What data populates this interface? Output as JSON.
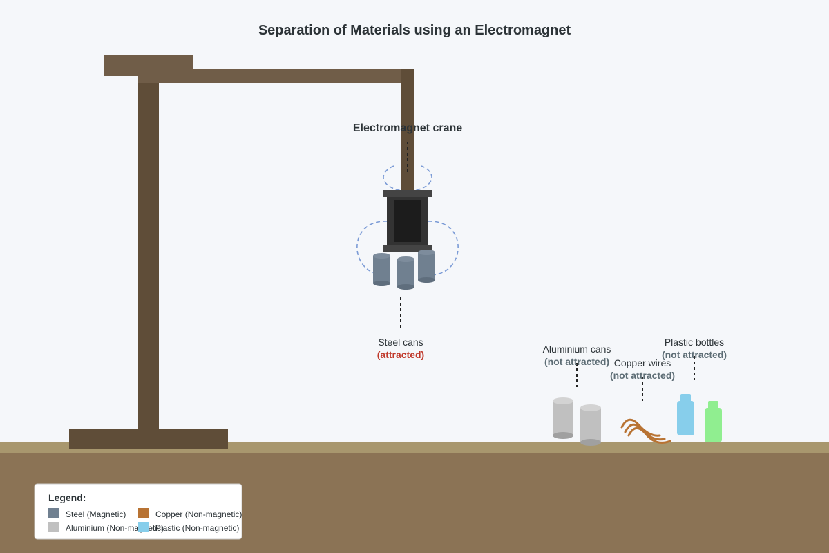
{
  "title": "Separation of Materials using an Electromagnet",
  "labels": {
    "crane": "Electromagnet crane",
    "steel": {
      "name": "Steel cans",
      "status": "(attracted)"
    },
    "aluminium": {
      "name": "Aluminium cans",
      "status": "(not attracted)"
    },
    "copper": {
      "name": "Copper wires",
      "status": "(not attracted)"
    },
    "plastic": {
      "name": "Plastic bottles",
      "status": "(not attracted)"
    }
  },
  "legend": {
    "heading": "Legend:",
    "items": [
      {
        "label": "Steel (Magnetic)",
        "color": "#708090"
      },
      {
        "label": "Copper (Non-magnetic)",
        "color": "#b87333"
      },
      {
        "label": "Aluminium (Non-magnetic)",
        "color": "#c0c0c0"
      },
      {
        "label": "Plastic (Non-magnetic)",
        "color": "#87ceeb"
      }
    ]
  },
  "colors": {
    "crane": "#5f4d38",
    "ground": "#8b7355",
    "ground_top": "#a8976e",
    "attracted": "#c0392b",
    "not_attracted": "#5d6d75",
    "plastic_blue": "#87ceeb",
    "plastic_green": "#90ee90"
  }
}
